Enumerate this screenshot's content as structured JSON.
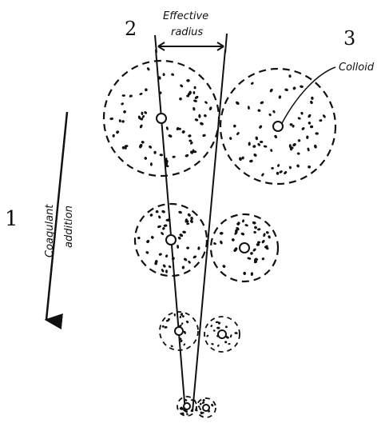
{
  "labels": {
    "num1": "1",
    "num2": "2",
    "num3": "3",
    "effective_line1": "Effective",
    "effective_line2": "radius",
    "colloid": "Colloid",
    "coagulant_line1": "Coagulant",
    "coagulant_line2": "addition"
  },
  "colors": {
    "ink": "#111111",
    "background": "#ffffff"
  }
}
